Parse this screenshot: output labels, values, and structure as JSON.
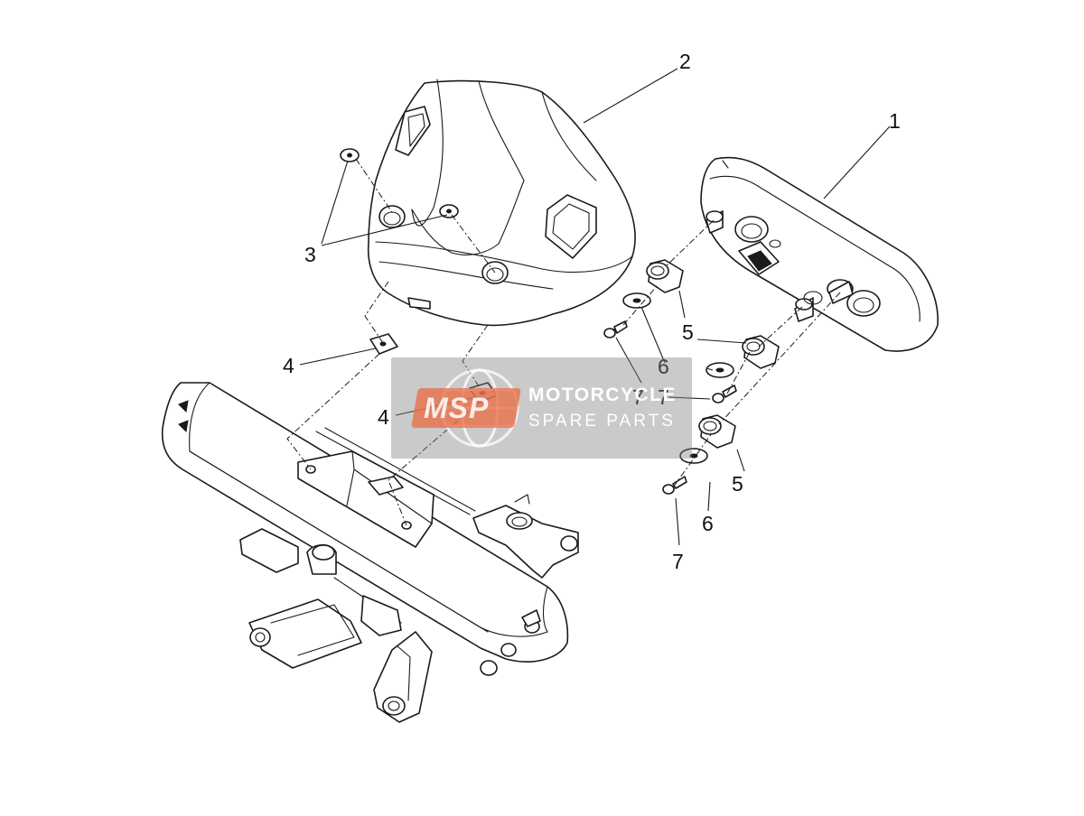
{
  "diagram": {
    "callouts": {
      "c1": "1",
      "c2": "2",
      "c3": "3",
      "c4a": "4",
      "c4b": "4",
      "c5a": "5",
      "c5b": "5",
      "c6a": "6",
      "c6b": "6",
      "c7a": "7",
      "c7b": "7",
      "c7c": "7"
    }
  },
  "watermark": {
    "logo_text": "MSP",
    "title": "MOTORCYCLE",
    "subtitle": "SPARE PARTS"
  },
  "colors": {
    "line": "#1a1a1a",
    "background": "#ffffff",
    "watermark_overlay": "#808080",
    "watermark_accent": "#e86e46"
  }
}
